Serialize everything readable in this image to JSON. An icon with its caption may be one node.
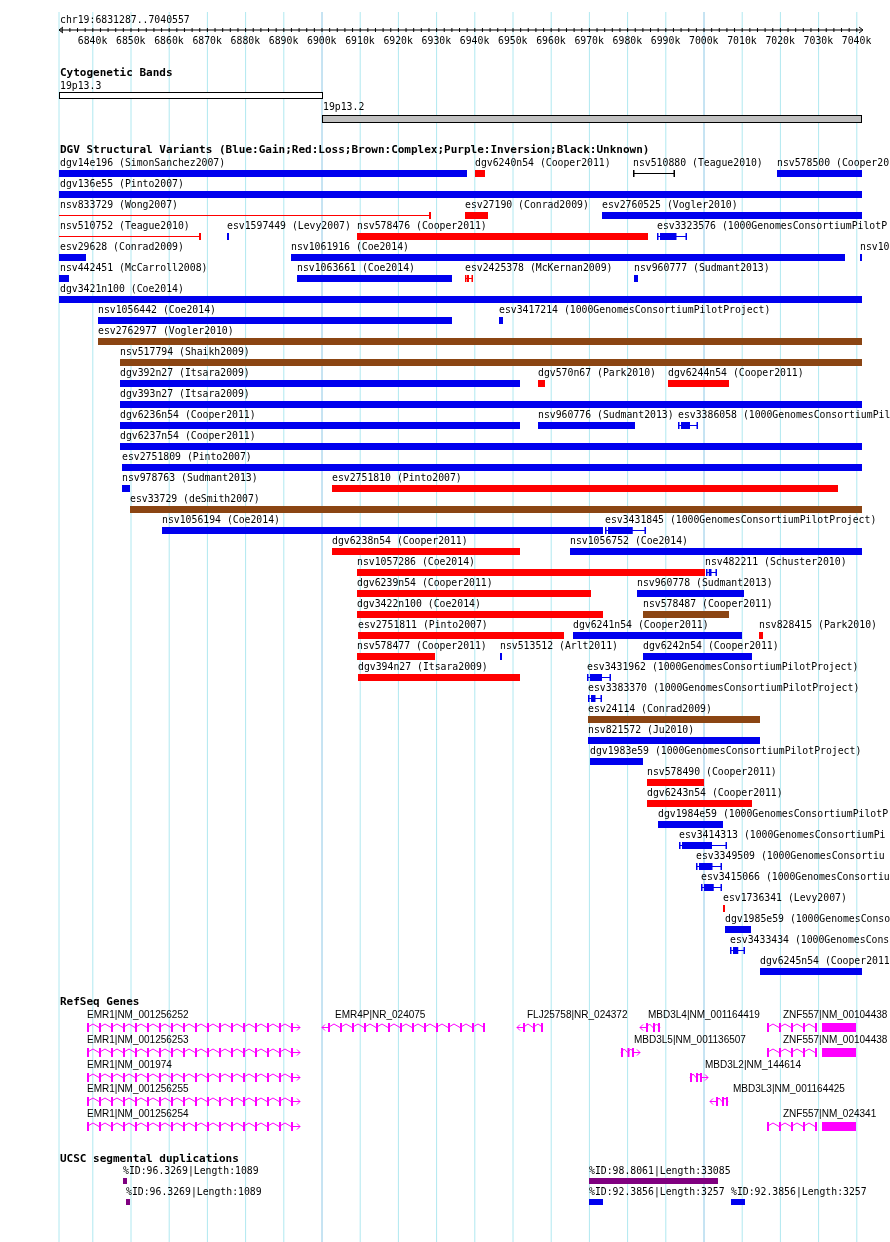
{
  "diagram": {
    "labels": [
      "chr19:6831287..7040557",
      "6840k",
      "6850k",
      "6860k",
      "6870k",
      "6880k",
      "6890k",
      "6900k",
      "6910k",
      "6920k",
      "6930k",
      "6940k",
      "6950k",
      "6960k",
      "6970k",
      "6980k",
      "6990k",
      "7000k",
      "7010k",
      "7020k",
      "7030k",
      "7040k",
      "Cytogenetic Bands",
      "19p13.3",
      "19p13.2",
      "DGV Structural Variants (Blue:Gain;Red:Loss;Brown:Complex;Purple:Inversion;Black:Unknown)",
      "dgv14e196 (SimonSanchez2007)",
      "dgv6240n54 (Cooper2011)",
      "nsv510880 (Teague2010)",
      "nsv578500 (Cooper20",
      "dgv136e55 (Pinto2007)",
      "nsv833729 (Wong2007)",
      "esv27190 (Conrad2009)",
      "esv2760525 (Vogler2010)",
      "nsv510752 (Teague2010)",
      "esv1597449 (Levy2007)",
      "nsv578476 (Cooper2011)",
      "esv3323576 (1000GenomesConsortiumPilotP",
      "esv29628 (Conrad2009)",
      "nsv1061916 (Coe2014)",
      "nsv10",
      "nsv442451 (McCarroll2008)",
      "nsv1063661 (Coe2014)",
      "esv2425378 (McKernan2009)",
      "nsv960777 (Sudmant2013)",
      "dgv3421n100 (Coe2014)",
      "nsv1056442 (Coe2014)",
      "esv3417214 (1000GenomesConsortiumPilotProject)",
      "esv2762977 (Vogler2010)",
      "nsv517794 (Shaikh2009)",
      "dgv392n27 (Itsara2009)",
      "dgv570n67 (Park2010)",
      "dgv6244n54 (Cooper2011)",
      "dgv393n27 (Itsara2009)",
      "dgv6236n54 (Cooper2011)",
      "nsv960776 (Sudmant2013)",
      "esv3386058 (1000GenomesConsortiumPil",
      "dgv6237n54 (Cooper2011)",
      "esv2751809 (Pinto2007)",
      "nsv978763 (Sudmant2013)",
      "esv2751810 (Pinto2007)",
      "esv33729 (deSmith2007)",
      "nsv1056194 (Coe2014)",
      "esv3431845 (1000GenomesConsortiumPilotProject)",
      "dgv6238n54 (Cooper2011)",
      "nsv1056752 (Coe2014)",
      "nsv1057286 (Coe2014)",
      "nsv482211 (Schuster2010)",
      "dgv6239n54 (Cooper2011)",
      "nsv960778 (Sudmant2013)",
      "dgv3422n100 (Coe2014)",
      "nsv578487 (Cooper2011)",
      "esv2751811 (Pinto2007)",
      "dgv6241n54 (Cooper2011)",
      "nsv828415 (Park2010)",
      "nsv578477 (Cooper2011)",
      "nsv513512 (Arlt2011)",
      "dgv6242n54 (Cooper2011)",
      "dgv394n27 (Itsara2009)",
      "esv3431962 (1000GenomesConsortiumPilotProject)",
      "esv3383370 (1000GenomesConsortiumPilotProject)",
      "esv24114 (Conrad2009)",
      "nsv821572 (Ju2010)",
      "dgv1983e59 (1000GenomesConsortiumPilotProject)",
      "nsv578490 (Cooper2011)",
      "dgv6243n54 (Cooper2011)",
      "dgv1984e59 (1000GenomesConsortiumPilotP",
      "esv3414313 (1000GenomesConsortiumPi",
      "esv3349509 (1000GenomesConsortiu",
      "esv3415066 (1000GenomesConsortiu",
      "esv1736341 (Levy2007)",
      "dgv1985e59 (1000GenomesConso",
      "esv3433434 (1000GenomesCons",
      "dgv6245n54 (Cooper2011",
      "RefSeq Genes",
      "EMR1|NM_001256252",
      "EMR4P|NR_024075",
      "FLJ25758|NR_024372",
      "MBD3L4|NM_001164419",
      "ZNF557|NM_00104438",
      "EMR1|NM_001256253",
      "MBD3L5|NM_001136507",
      "ZNF557|NM_00104438",
      "EMR1|NM_001974",
      "MBD3L2|NM_144614",
      "EMR1|NM_001256255",
      "MBD3L3|NM_001164425",
      "EMR1|NM_001256254",
      "ZNF557|NM_024341",
      "UCSC segmental duplications",
      "%ID:96.3269|Length:1089",
      "%ID:98.8061|Length:33085",
      "%ID:96.3269|Length:1089",
      "%ID:92.3856|Length:3257",
      "%ID:92.3856|Length:3257"
    ]
  }
}
